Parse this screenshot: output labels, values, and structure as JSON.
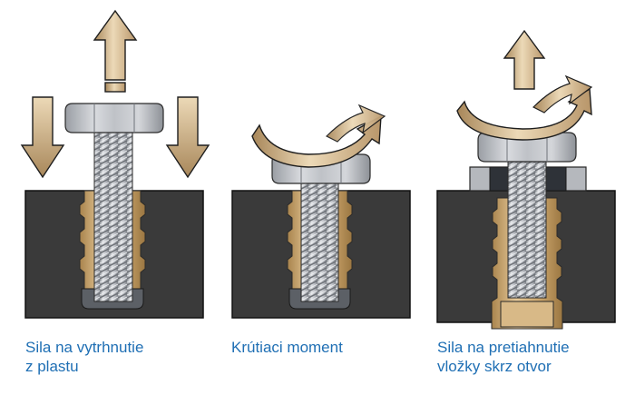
{
  "panels": [
    {
      "caption_lines": [
        "Sila na vytrhnutie",
        "z plastu"
      ]
    },
    {
      "caption_lines": [
        "Krútiaci moment"
      ]
    },
    {
      "caption_lines": [
        "Sila na pretiahnutie",
        "vložky skrz otvor"
      ]
    }
  ],
  "colors": {
    "caption_text": "#1f6fb4",
    "plastic_block": "#3b3b3b",
    "brass_insert": "#c9a36a",
    "steel": "#b9bcc1",
    "arrow_fill": "#c7a87b",
    "arrow_outline": "#1e1e1e"
  },
  "icons": [
    "pull-out-force-arrow-icon",
    "push-down-arrow-icon",
    "torque-arrow-icon"
  ]
}
